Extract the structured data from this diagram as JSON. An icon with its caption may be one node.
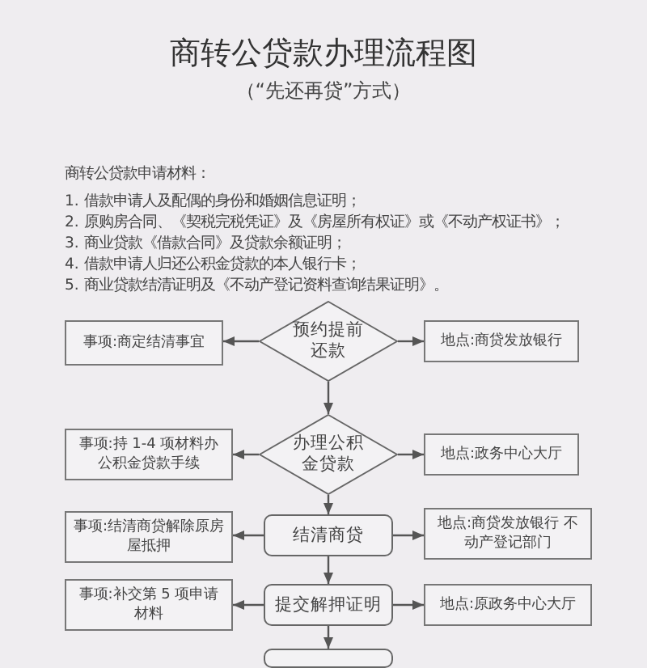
{
  "diagram": {
    "title": "商转公贷款办理流程图",
    "nodes": [
      {
        "text": [
          "事项:商定结清事宜"
        ]
      },
      {
        "text": [
          "预约提前还款"
        ]
      },
      {
        "text": [
          "地点:商贷发放银行"
        ]
      },
      {
        "text": [
          "事项:持 1-4 项材料办公积金贷款手续"
        ]
      },
      {
        "text": [
          "办理公积金贷款"
        ]
      },
      {
        "text": [
          "地点:政务中心大厅"
        ]
      },
      {
        "text": [
          "事项:结清商贷解除原房屋抵押"
        ]
      },
      {
        "text": [
          "结清商贷"
        ]
      },
      {
        "text": [
          "地点:商贷发放银行 不动产登记部门"
        ]
      },
      {
        "text": [
          "事项:补交第 5 项申请材料"
        ]
      },
      {
        "text": [
          "提交解押证明"
        ]
      },
      {
        "text": [
          "地点:原政务中心大厅"
        ]
      },
      {
        "text": [],
        "shape": "box"
      }
    ],
    "edges": [
      {
        "from": 1,
        "to": 0,
        "arrow": "to"
      },
      {
        "from": 1,
        "to": 2,
        "arrow": "to"
      },
      {
        "from": 1,
        "to": 4,
        "arrow": "to"
      },
      {
        "from": 4,
        "to": 3,
        "arrow": "to"
      },
      {
        "from": 4,
        "to": 5,
        "arrow": "to"
      },
      {
        "from": 4,
        "to": 7,
        "arrow": "to"
      },
      {
        "from": 7,
        "to": 6,
        "arrow": "to"
      },
      {
        "from": 7,
        "to": 8,
        "arrow": "to"
      },
      {
        "from": 7,
        "to": 10,
        "arrow": "to"
      },
      {
        "from": 10,
        "to": 9,
        "arrow": "to"
      },
      {
        "from": 10,
        "to": 11,
        "arrow": "to"
      },
      {
        "from": 10,
        "to": 12,
        "arrow": "to"
      }
    ],
    "labels": [
      "（“先还再贷”方式）",
      "商转公贷款申请材料：",
      "1. 借款申请人及配偶的身份和婚姻信息证明；",
      "2. 原购房合同、《契税完税凭证》及《房屋所有权证》或《不动产权证书》；",
      "3. 商业贷款《借款合同》及贷款余额证明；",
      "4. 借款申请人归还公积金贷款的本人银行卡；",
      "5. 商业贷款结清证明及《不动产登记资料查询结果证明》。"
    ]
  }
}
